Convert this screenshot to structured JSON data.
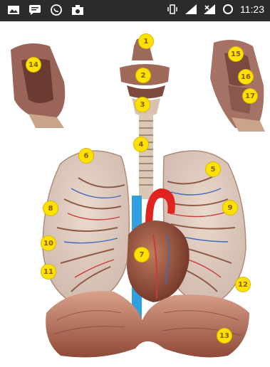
{
  "status_bar": {
    "time": "11:23",
    "left_icons": [
      "gallery-icon",
      "message-icon",
      "whatsapp-icon",
      "camera-bag-icon"
    ],
    "right_icons": [
      "vibrate-icon",
      "signal-icon",
      "signal-x-icon",
      "circle-icon"
    ]
  },
  "anatomy": {
    "markers": [
      "1",
      "2",
      "3",
      "4",
      "5",
      "6",
      "7",
      "8",
      "9",
      "10",
      "11",
      "12",
      "13",
      "14",
      "15",
      "16",
      "17"
    ]
  }
}
